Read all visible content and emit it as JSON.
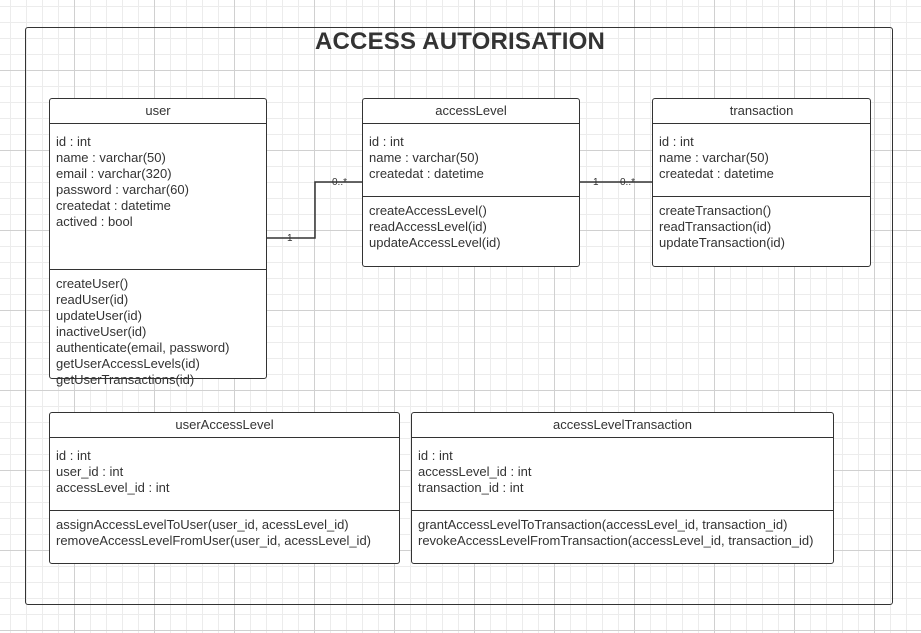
{
  "title": "ACCESS AUTORISATION",
  "classes": {
    "user": {
      "name": "user",
      "attributes": [
        "id : int",
        "name : varchar(50)",
        "email : varchar(320)",
        "password : varchar(60)",
        "createdat : datetime",
        "actived : bool"
      ],
      "operations": [
        "createUser()",
        "readUser(id)",
        "updateUser(id)",
        "inactiveUser(id)",
        "authenticate(email, password)",
        "getUserAccessLevels(id)",
        "getUserTransactions(id)"
      ]
    },
    "accessLevel": {
      "name": "accessLevel",
      "attributes": [
        "id : int",
        "name : varchar(50)",
        "createdat : datetime"
      ],
      "operations": [
        "createAccessLevel()",
        "readAccessLevel(id)",
        "updateAccessLevel(id)"
      ]
    },
    "transaction": {
      "name": "transaction",
      "attributes": [
        "id : int",
        "name : varchar(50)",
        "createdat : datetime"
      ],
      "operations": [
        "createTransaction()",
        "readTransaction(id)",
        "updateTransaction(id)"
      ]
    },
    "userAccessLevel": {
      "name": "userAccessLevel",
      "attributes": [
        "id : int",
        "user_id : int",
        "accessLevel_id : int"
      ],
      "operations": [
        "assignAccessLevelToUser(user_id, acessLevel_id)",
        "removeAccessLevelFromUser(user_id, acessLevel_id)"
      ]
    },
    "accessLevelTransaction": {
      "name": "accessLevelTransaction",
      "attributes": [
        "id : int",
        "accessLevel_id : int",
        "transaction_id : int"
      ],
      "operations": [
        "grantAccessLevelToTransaction(accessLevel_id, transaction_id)",
        "revokeAccessLevelFromTransaction(accessLevel_id, transaction_id)"
      ]
    }
  },
  "associations": {
    "user_accessLevel": {
      "source_mult": "1",
      "target_mult": "0..*"
    },
    "accessLevel_transaction": {
      "source_mult": "1",
      "target_mult": "0..*"
    }
  }
}
